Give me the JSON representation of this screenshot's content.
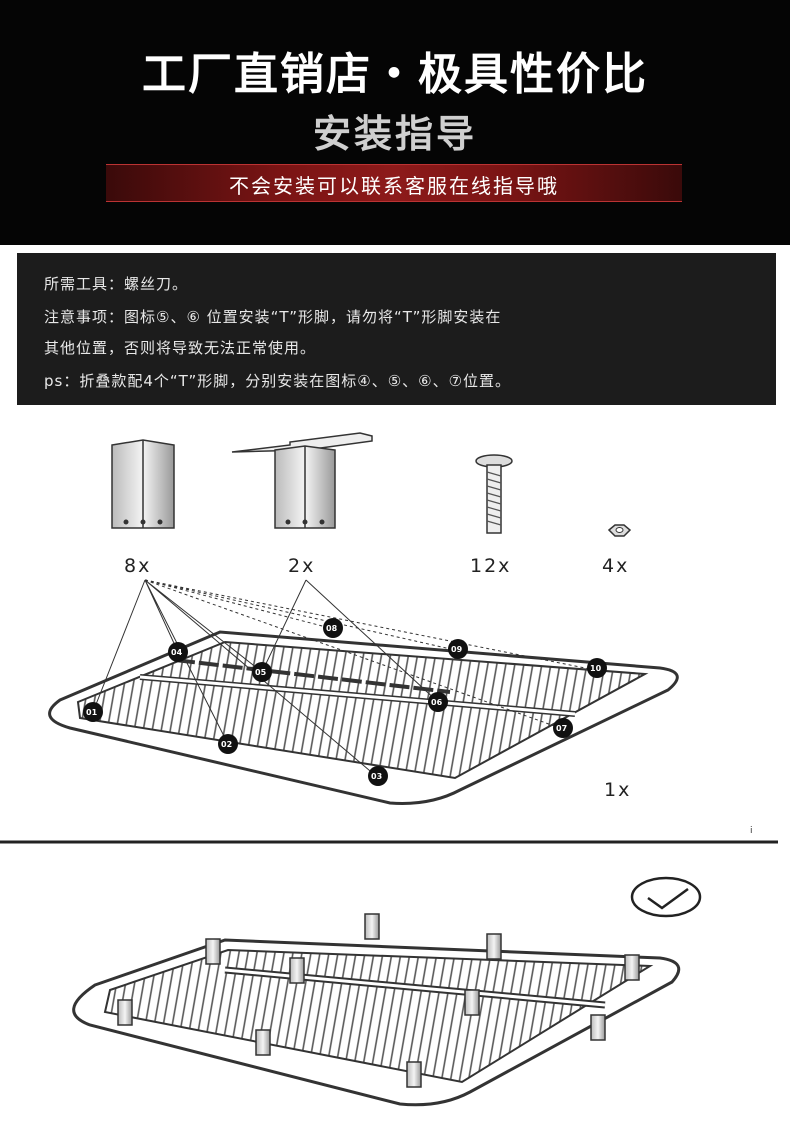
{
  "header": {
    "title": "工厂直销店・极具性价比",
    "subtitle": "安装指导",
    "banner": "不会安装可以联系客服在线指导哦"
  },
  "notes": {
    "lines": [
      "所需工具：螺丝刀。",
      "注意事项：图标⑤、⑥ 位置安装“T”形脚，请勿将“T”形脚安装在",
      "其他位置，否则将导致无法正常使用。",
      "ps：折叠款配4个“T”形脚，分别安装在图标④、⑤、⑥、⑦位置。"
    ]
  },
  "parts": {
    "leg_qty": "8x",
    "t_leg_qty": "2x",
    "screw_qty": "12x",
    "nut_qty": "4x",
    "frame_qty": "1x"
  },
  "labels": [
    "01",
    "02",
    "03",
    "04",
    "05",
    "06",
    "07",
    "08",
    "09",
    "10"
  ],
  "page_mark": "i",
  "colors": {
    "header_bg": "#050505",
    "banner": "#8d1a1a",
    "notes_bg": "#1c1c1c"
  }
}
